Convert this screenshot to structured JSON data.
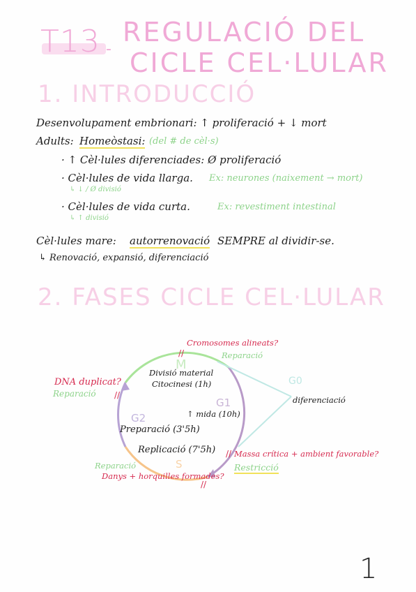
{
  "title": {
    "number": "T13",
    "dash": "-",
    "line1": "REGULACIÓ  DEL",
    "line2": "CICLE  CEL·LULAR"
  },
  "section1": {
    "heading": "1. INTRODUCCIÓ",
    "line1": "Desenvolupament embrionari: ↑ proliferació + ↓ mort",
    "adults_label": "Adults:",
    "homeostasi": "Homeòstasi:",
    "homeostasi_note": "(del # de cèl·s)",
    "bullet1": "· ↑ Cèl·lules diferenciades: Ø proliferació",
    "bullet2": "· Cèl·lules de vida llarga.",
    "bullet2_note": "Ex: neurones (naixement → mort)",
    "bullet2_sub": "↳ ↓ / Ø divisió",
    "bullet3": "· Cèl·lules de vida curta.",
    "bullet3_note": "Ex: revestiment intestinal",
    "bullet3_sub": "↳ ↑ divisió",
    "mare_prefix": "Cèl·lules mare:",
    "mare_key": "autorrenovació",
    "mare_suffix": "SEMPRE al dividir-se.",
    "mare_sub": "↳ Renovació, expansió, diferenciació"
  },
  "section2": {
    "heading": "2. FASES  CICLE  CEL·LULAR"
  },
  "diagram": {
    "top_question": "Cromosomes alineats?",
    "top_repair": "Reparació",
    "m_label": "M",
    "m_desc1": "Divisió material",
    "m_desc2": "Citocinesi (1h)",
    "left_question": "DNA duplicat?",
    "left_repair": "Reparació",
    "g0_label": "G0",
    "g0_desc": "diferenciació",
    "g1_label": "G1",
    "g1_desc": "↑ mida (10h)",
    "g2_label": "G2",
    "g2_desc": "Preparació (3'5h)",
    "s_label": "S",
    "s_desc": "Replicació (7'5h)",
    "right_question": "Massa crítica + ambient favorable?",
    "right_restriction": "Restricció",
    "bottom_repair": "Reparació",
    "bottom_question": "Danys + horquilles formades?"
  },
  "page_number": "1",
  "colors": {
    "title_pink": "#f0a9d6",
    "section_pink": "#f7cfe6",
    "note_green": "#8dd38a",
    "check_red": "#d62a4f",
    "highlight_yellow": "#f1e25a",
    "arc_m_green": "#a9e49a",
    "arc_g1_purple": "#b89ac8",
    "arc_s_orange": "#f6c48a",
    "arc_g2_purple": "#b7a3d4",
    "g0_cyan": "#bfe8e4"
  }
}
